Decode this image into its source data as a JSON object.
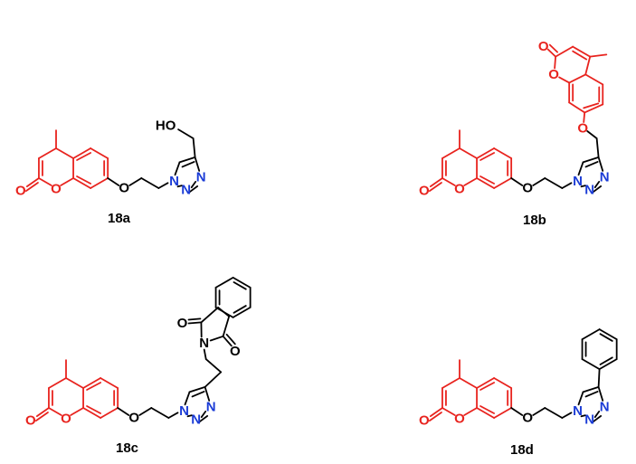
{
  "colors": {
    "coumarin": "#e8231e",
    "linker": "#000000",
    "triazole_n": "#1a3bd6"
  },
  "atoms": {
    "oxygen": "O",
    "nitrogen": "N",
    "hydroxyl": "HO"
  },
  "compounds": [
    {
      "id": "18a",
      "label": "18a"
    },
    {
      "id": "18b",
      "label": "18b"
    },
    {
      "id": "18c",
      "label": "18c"
    },
    {
      "id": "18d",
      "label": "18d"
    }
  ]
}
